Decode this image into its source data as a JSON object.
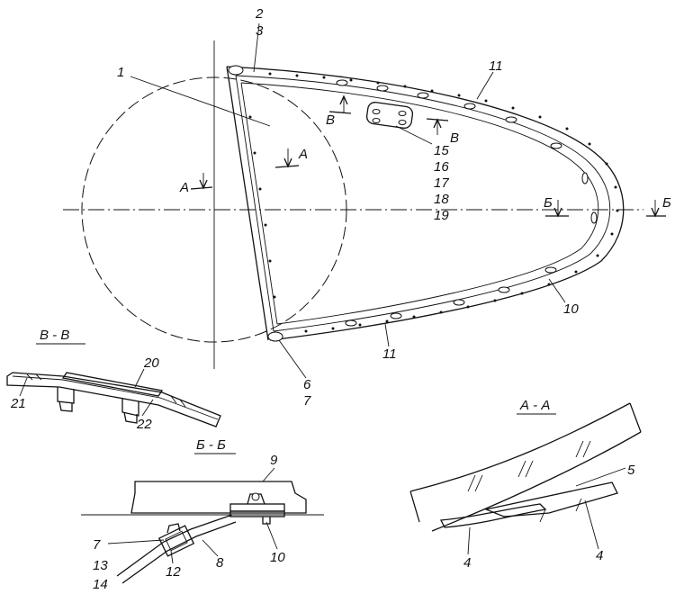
{
  "labels": {
    "l1": "1",
    "l2": "2",
    "l3": "3",
    "l4a": "4",
    "l4b": "4",
    "l5": "5",
    "l6": "6",
    "l7a": "7",
    "l7b": "7",
    "l8": "8",
    "l9": "9",
    "l10a": "10",
    "l10b": "10",
    "l11a": "11",
    "l11b": "11",
    "l12": "12",
    "l13": "13",
    "l14": "14",
    "l15": "15",
    "l16": "16",
    "l17": "17",
    "l18": "18",
    "l19": "19",
    "l20": "20",
    "l21": "21",
    "l22": "22"
  },
  "section_marks": {
    "a_left": "А",
    "a_right": "А",
    "b_left": "Б",
    "b_right": "Б",
    "v_left": "В",
    "v_right": "В"
  },
  "section_titles": {
    "vv": "В - В",
    "bb": "Б - Б",
    "aa": "А - А"
  }
}
